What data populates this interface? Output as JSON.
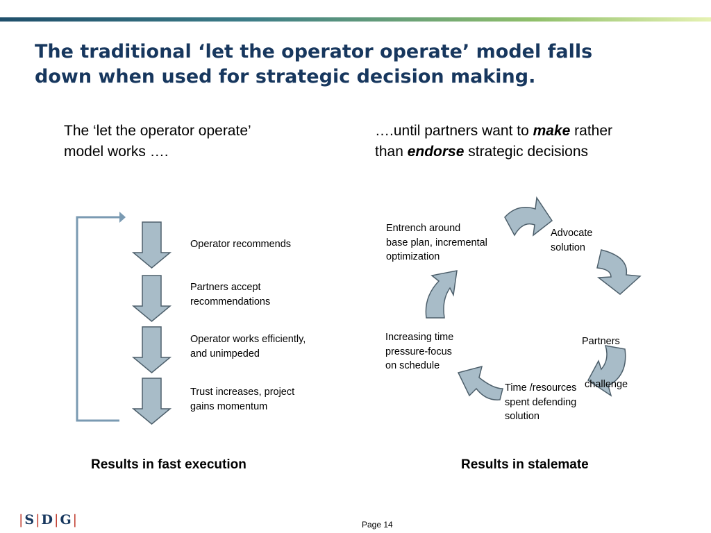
{
  "header": {
    "title_line1": "The traditional ‘let the operator operate’ model falls",
    "title_line2": "down when used for strategic decision making."
  },
  "left": {
    "subtitle_line1": "The ‘let the operator operate’",
    "subtitle_line2": "model works ….",
    "steps": [
      {
        "line1": "Operator recommends",
        "line2": ""
      },
      {
        "line1": "Partners accept",
        "line2": "recommendations"
      },
      {
        "line1": "Operator works efficiently,",
        "line2": "and unimpeded"
      },
      {
        "line1": "Trust increases, project",
        "line2": "gains momentum"
      }
    ],
    "result": "Results in fast execution"
  },
  "right": {
    "subtitle_line1_a": "….until partners want to ",
    "subtitle_line1_b": "make",
    "subtitle_line1_c": " rather",
    "subtitle_line2_a": "than ",
    "subtitle_line2_b": "endorse",
    "subtitle_line2_c": " strategic decisions",
    "cycle": {
      "advocate_1": "Advocate",
      "advocate_2": "solution",
      "challenge_1": "Partners",
      "challenge_2": " challenge",
      "defend_1": "Time /resources",
      "defend_2": "spent defending",
      "defend_3": "solution",
      "pressure_1": "Increasing time",
      "pressure_2": "pressure-focus",
      "pressure_3": "on schedule",
      "entrench_1": "Entrench around",
      "entrench_2": "base plan, incremental",
      "entrench_3": "optimization"
    },
    "result": "Results in stalemate"
  },
  "footer": {
    "logo_s": "S",
    "logo_d": "D",
    "logo_g": "G",
    "page": "Page 14"
  },
  "colors": {
    "title": "#17375e",
    "arrow_fill": "#a8bcc8",
    "arrow_stroke": "#4d5f6b",
    "loop_line": "#7a9ab2"
  }
}
